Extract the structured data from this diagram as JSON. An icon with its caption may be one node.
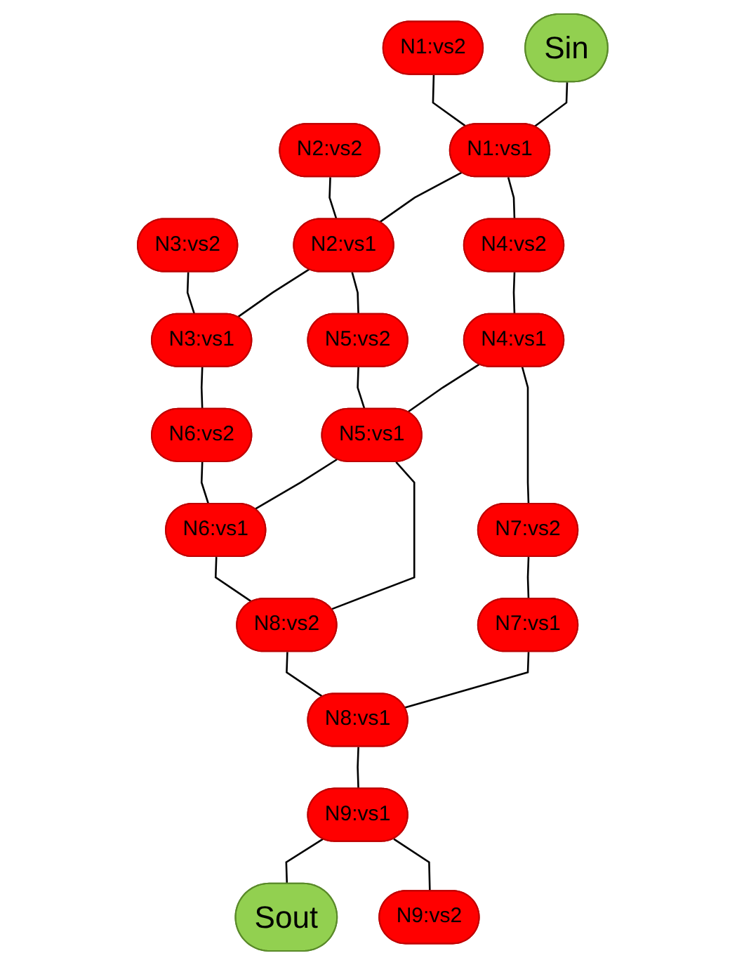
{
  "diagram": {
    "nodes": [
      {
        "text": [
          "N1:vs2"
        ]
      },
      {
        "text": [
          "N2:vs2"
        ]
      },
      {
        "text": [
          "N3:vs2"
        ]
      },
      {
        "text": [
          "Sin"
        ]
      },
      {
        "text": [
          "N1:vs1"
        ]
      },
      {
        "text": [
          "N2:vs1"
        ]
      },
      {
        "text": [
          "N3:vs1"
        ]
      },
      {
        "text": [
          "N4:vs2"
        ]
      },
      {
        "text": [
          "N5:vs2"
        ]
      },
      {
        "text": [
          "N6:vs2"
        ]
      },
      {
        "text": [
          "N4:vs1"
        ]
      },
      {
        "text": [
          "N5:vs1"
        ]
      },
      {
        "text": [
          "N6:vs1"
        ]
      },
      {
        "text": [
          "N7:vs2"
        ]
      },
      {
        "text": [
          "N8:vs2"
        ]
      },
      {
        "text": [
          "N7:vs1"
        ]
      },
      {
        "text": [
          "N8:vs1"
        ]
      },
      {
        "text": [
          "N9:vs1"
        ]
      },
      {
        "text": [
          "Sout"
        ]
      },
      {
        "text": [
          "N9:vs2"
        ]
      }
    ],
    "edges": [
      {
        "from": 0,
        "to": 4,
        "arrow": "none"
      },
      {
        "from": 1,
        "to": 5,
        "arrow": "none"
      },
      {
        "from": 2,
        "to": 6,
        "arrow": "none"
      },
      {
        "from": 3,
        "to": 4,
        "arrow": "none"
      },
      {
        "from": 4,
        "to": 5,
        "arrow": "none"
      },
      {
        "from": 5,
        "to": 6,
        "arrow": "none"
      },
      {
        "from": 4,
        "to": 7,
        "arrow": "none"
      },
      {
        "from": 5,
        "to": 8,
        "arrow": "none"
      },
      {
        "from": 6,
        "to": 9,
        "arrow": "none"
      },
      {
        "from": 7,
        "to": 10,
        "arrow": "none"
      },
      {
        "from": 8,
        "to": 11,
        "arrow": "none"
      },
      {
        "from": 9,
        "to": 12,
        "arrow": "none"
      },
      {
        "from": 10,
        "to": 11,
        "arrow": "none"
      },
      {
        "from": 11,
        "to": 12,
        "arrow": "none"
      },
      {
        "from": 10,
        "to": 13,
        "arrow": "none"
      },
      {
        "from": 11,
        "to": 14,
        "arrow": "none"
      },
      {
        "from": 12,
        "to": 14,
        "arrow": "none"
      },
      {
        "from": 13,
        "to": 15,
        "arrow": "none"
      },
      {
        "from": 15,
        "to": 16,
        "arrow": "none"
      },
      {
        "from": 14,
        "to": 16,
        "arrow": "none"
      },
      {
        "from": 16,
        "to": 17,
        "arrow": "none"
      },
      {
        "from": 17,
        "to": 18,
        "arrow": "none"
      },
      {
        "from": 17,
        "to": 19,
        "arrow": "none"
      }
    ]
  }
}
